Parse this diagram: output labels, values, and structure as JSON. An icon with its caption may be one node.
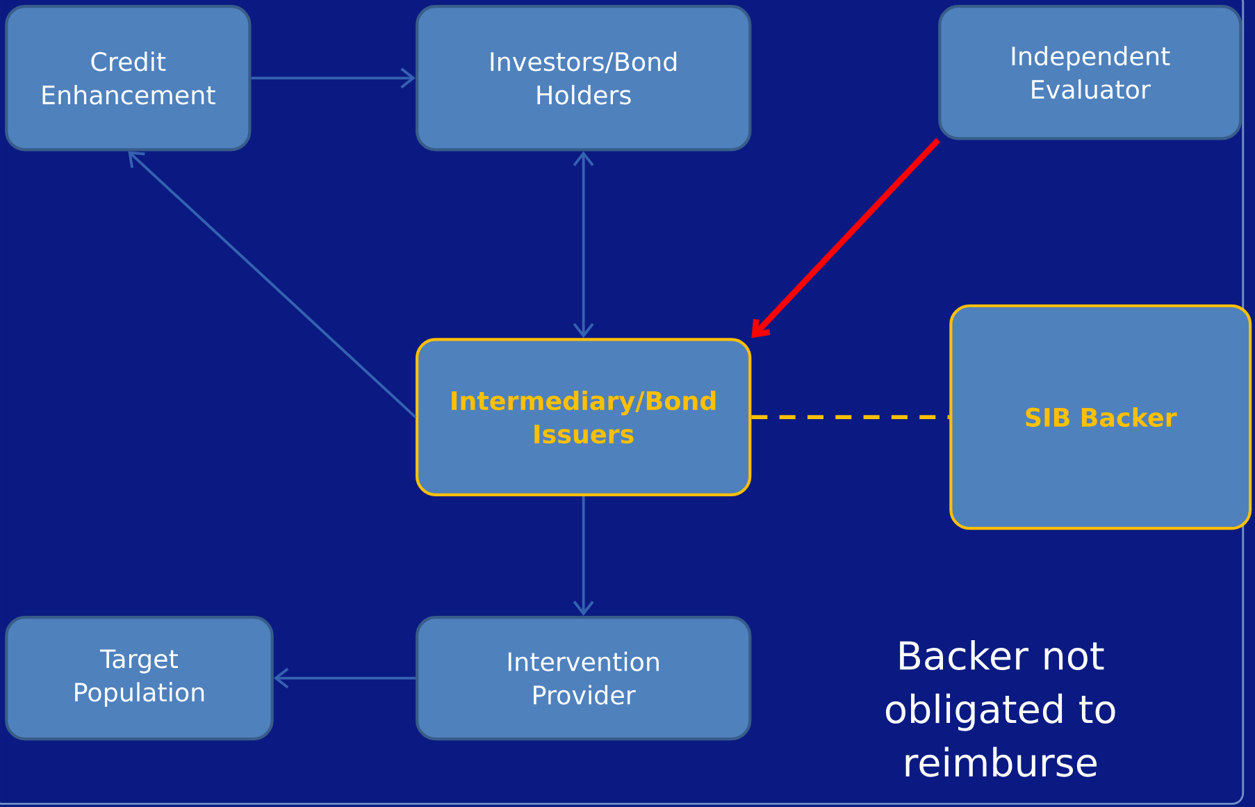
{
  "diagram": {
    "nodes": [
      {
        "text": [
          "Credit Enhancement"
        ]
      },
      {
        "text": [
          "Investors/Bond Holders"
        ]
      },
      {
        "text": [
          "Independent Evaluator"
        ]
      },
      {
        "text": [
          "Intermediary/Bond Issuers"
        ]
      },
      {
        "text": [
          "SIB Backer"
        ]
      },
      {
        "text": [
          "Target Population"
        ]
      },
      {
        "text": [
          "Intervention Provider"
        ]
      }
    ],
    "edges": [
      {
        "from": 0,
        "to": 1,
        "arrow": "to"
      },
      {
        "from": 3,
        "to": 1,
        "arrow": "both"
      },
      {
        "from": 3,
        "to": 0,
        "arrow": "to"
      },
      {
        "from": 2,
        "to": 3,
        "arrow": "to",
        "style": "thick",
        "color": "#ff0000"
      },
      {
        "from": 3,
        "to": 4,
        "arrow": "none",
        "style": "dashed",
        "color": "#ffc000"
      },
      {
        "from": 3,
        "to": 6,
        "arrow": "to"
      },
      {
        "from": 6,
        "to": 5,
        "arrow": "to"
      }
    ],
    "labels": [
      "Backer not obligated to reimburse"
    ]
  }
}
